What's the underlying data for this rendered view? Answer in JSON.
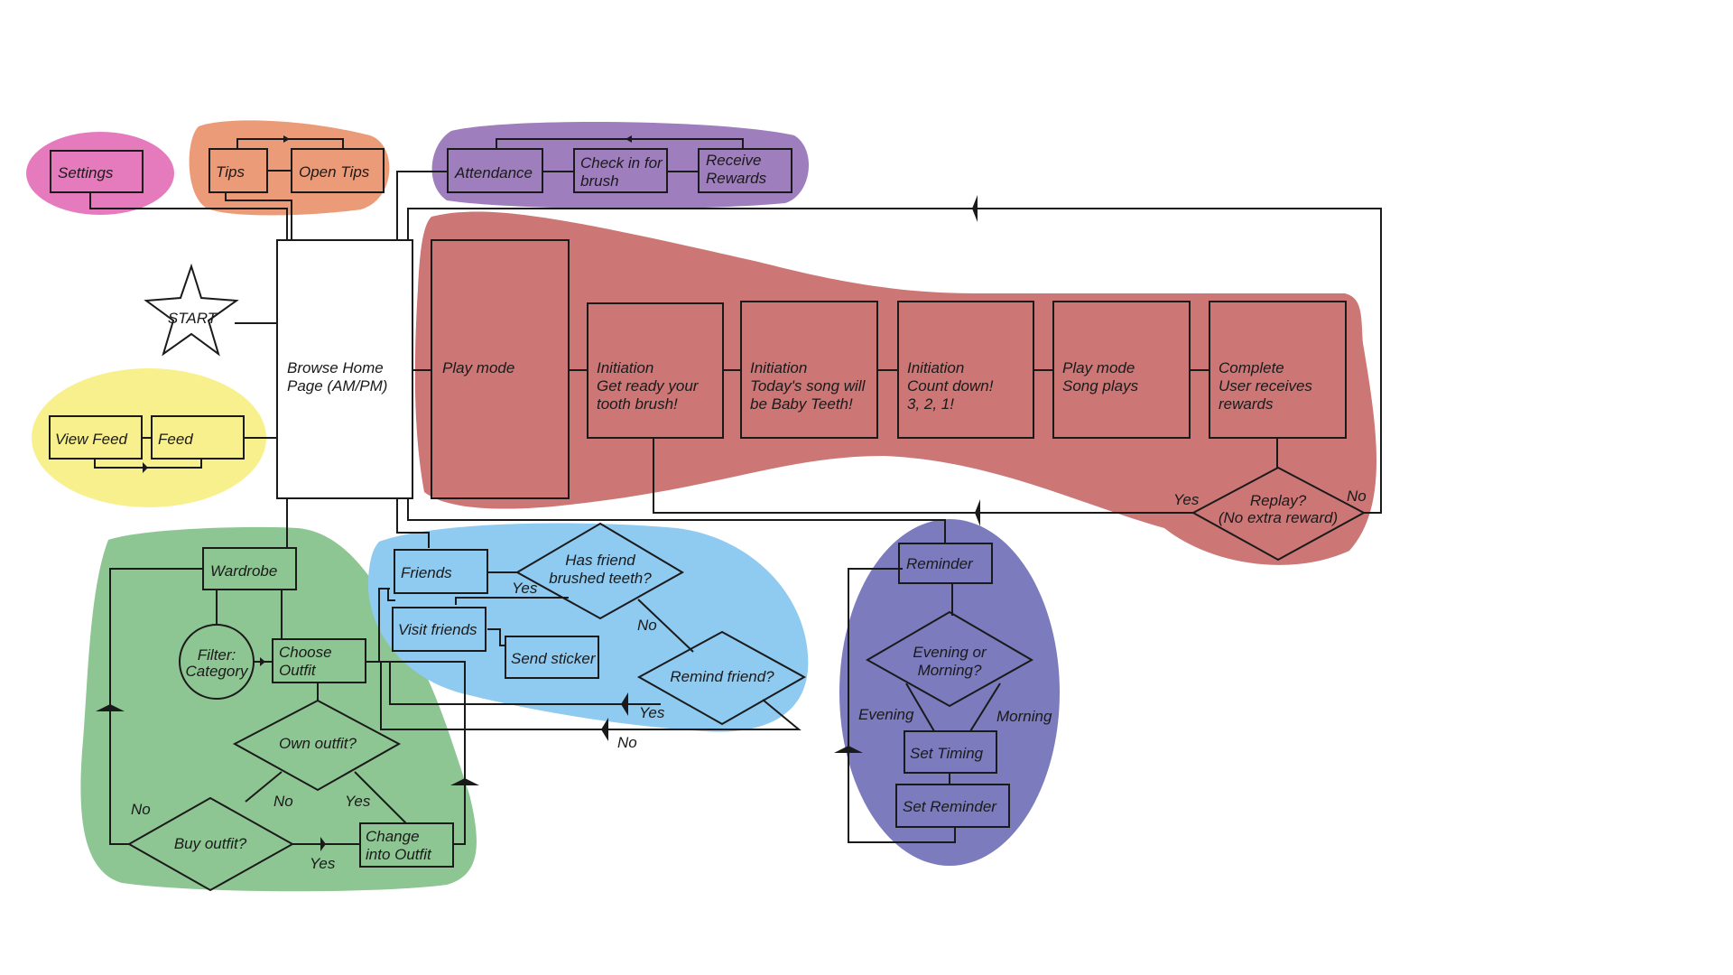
{
  "colors": {
    "settings": "#e57bbd",
    "tips": "#ec9b78",
    "attendance": "#9f7ebd",
    "play": "#cc7676",
    "feed": "#f7f08c",
    "wardrobe": "#8ec693",
    "friends": "#8fcaf0",
    "reminder": "#7b7bbd",
    "stroke": "#1a1a1a",
    "background": "#ffffff"
  },
  "nodes": {
    "start": "START",
    "settings": "Settings",
    "tips": "Tips",
    "open_tips": "Open Tips",
    "attendance": "Attendance",
    "check_in": [
      "Check in for",
      "brush"
    ],
    "receive_rewards": [
      "Receive",
      "Rewards"
    ],
    "browse_home": [
      "Browse Home",
      "Page (AM/PM)"
    ],
    "view_feed": "View Feed",
    "feed": "Feed",
    "play_mode": "Play mode",
    "init_1": [
      "Initiation",
      "Get ready your",
      "tooth brush!"
    ],
    "init_2": [
      "Initiation",
      "Today's song will",
      "be Baby Teeth!"
    ],
    "init_3": [
      "Initiation",
      "Count down!",
      "3, 2, 1!"
    ],
    "play_song": [
      "Play mode",
      "Song plays"
    ],
    "complete": [
      "Complete",
      "User receives",
      "rewards"
    ],
    "replay": [
      "Replay?",
      "(No extra reward)"
    ],
    "wardrobe": "Wardrobe",
    "filter": [
      "Filter:",
      "Category"
    ],
    "choose_outfit": [
      "Choose",
      "Outfit"
    ],
    "own_outfit": "Own outfit?",
    "buy_outfit": "Buy outfit?",
    "change_outfit": [
      "Change",
      "into Outfit"
    ],
    "friends": "Friends",
    "has_friend_brushed": [
      "Has friend",
      "brushed teeth?"
    ],
    "visit_friends": "Visit friends",
    "send_sticker": "Send sticker",
    "remind_friend": "Remind friend?",
    "reminder": "Reminder",
    "evening_morning": [
      "Evening or",
      "Morning?"
    ],
    "set_timing": "Set Timing",
    "set_reminder": "Set Reminder"
  },
  "edge_labels": {
    "replay_yes": "Yes",
    "replay_no": "No",
    "friend_yes": "Yes",
    "friend_no": "No",
    "remind_yes": "Yes",
    "remind_no": "No",
    "own_no": "No",
    "own_yes": "Yes",
    "buy_no": "No",
    "buy_yes": "Yes",
    "evening": "Evening",
    "morning": "Morning"
  }
}
